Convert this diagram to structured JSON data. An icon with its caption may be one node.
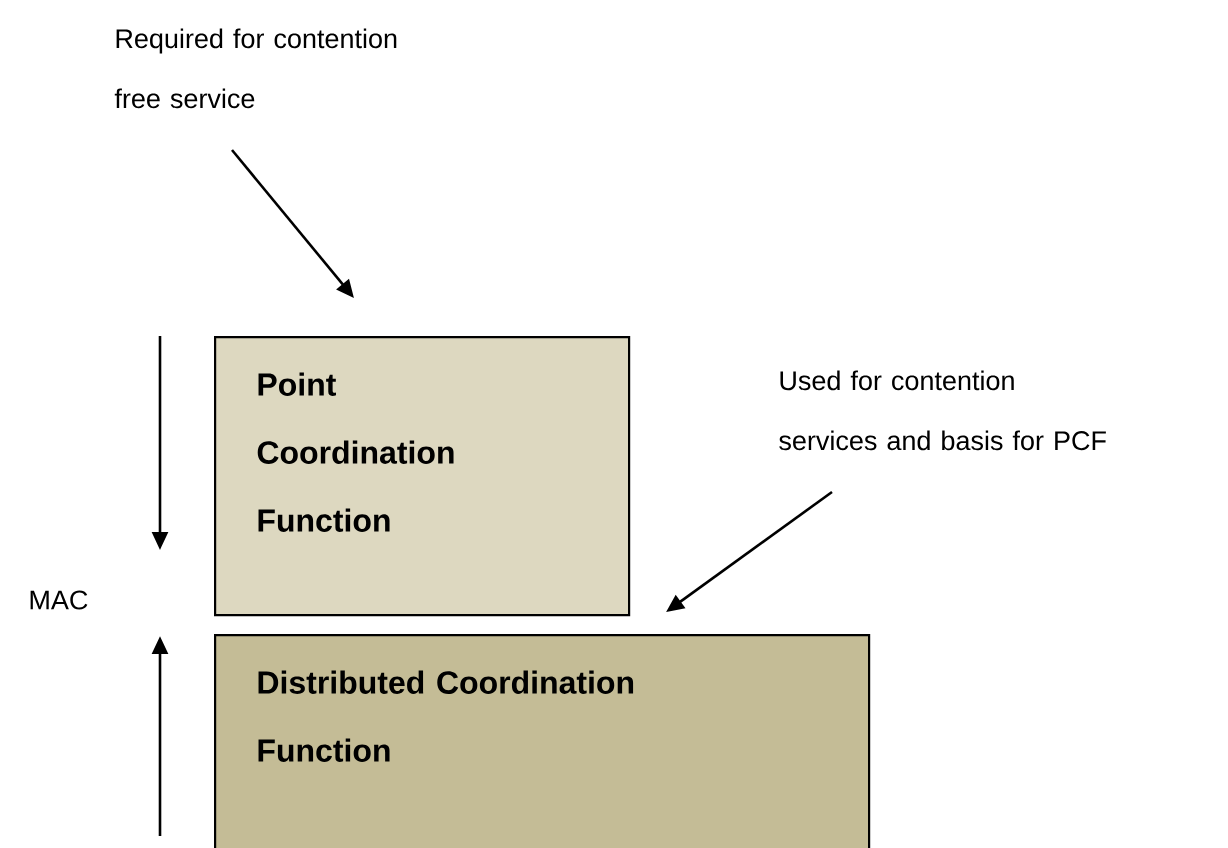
{
  "diagram": {
    "nodes": [
      {
        "text": [
          "Required for contention free service"
        ]
      },
      {
        "text": [
          "Point Coordination Function"
        ]
      },
      {
        "text": [
          "Used for contention services and basis for PCF"
        ]
      },
      {
        "text": [
          "Distributed Coordination Function"
        ]
      }
    ],
    "edges": [
      {
        "from": 0,
        "to": 1,
        "arrow": "to"
      },
      {
        "from": 2,
        "to": 3,
        "arrow": "to"
      }
    ],
    "labels": [
      "MAC"
    ]
  }
}
